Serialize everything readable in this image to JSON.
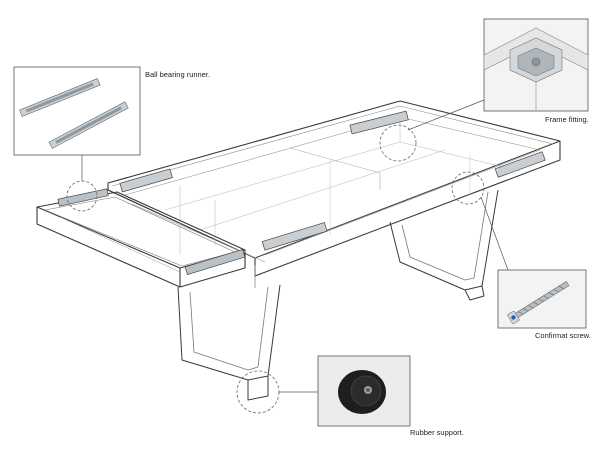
{
  "callouts": {
    "runner": {
      "label": "Ball bearing runner."
    },
    "fitting": {
      "label": "Frame fitting."
    },
    "screw": {
      "label": "Confirmat screw."
    },
    "support": {
      "label": "Rubber support."
    }
  },
  "colors": {
    "line": "#3a3a3a",
    "detail_circle": "#666666",
    "hardware": "#9aa6ae",
    "rubber": "#1e1e1e",
    "screw_head": "#1f5fbf",
    "background": "#ffffff"
  },
  "icons": [
    "ball-bearing-runner-icon",
    "frame-fitting-icon",
    "confirmat-screw-icon",
    "rubber-support-icon"
  ]
}
